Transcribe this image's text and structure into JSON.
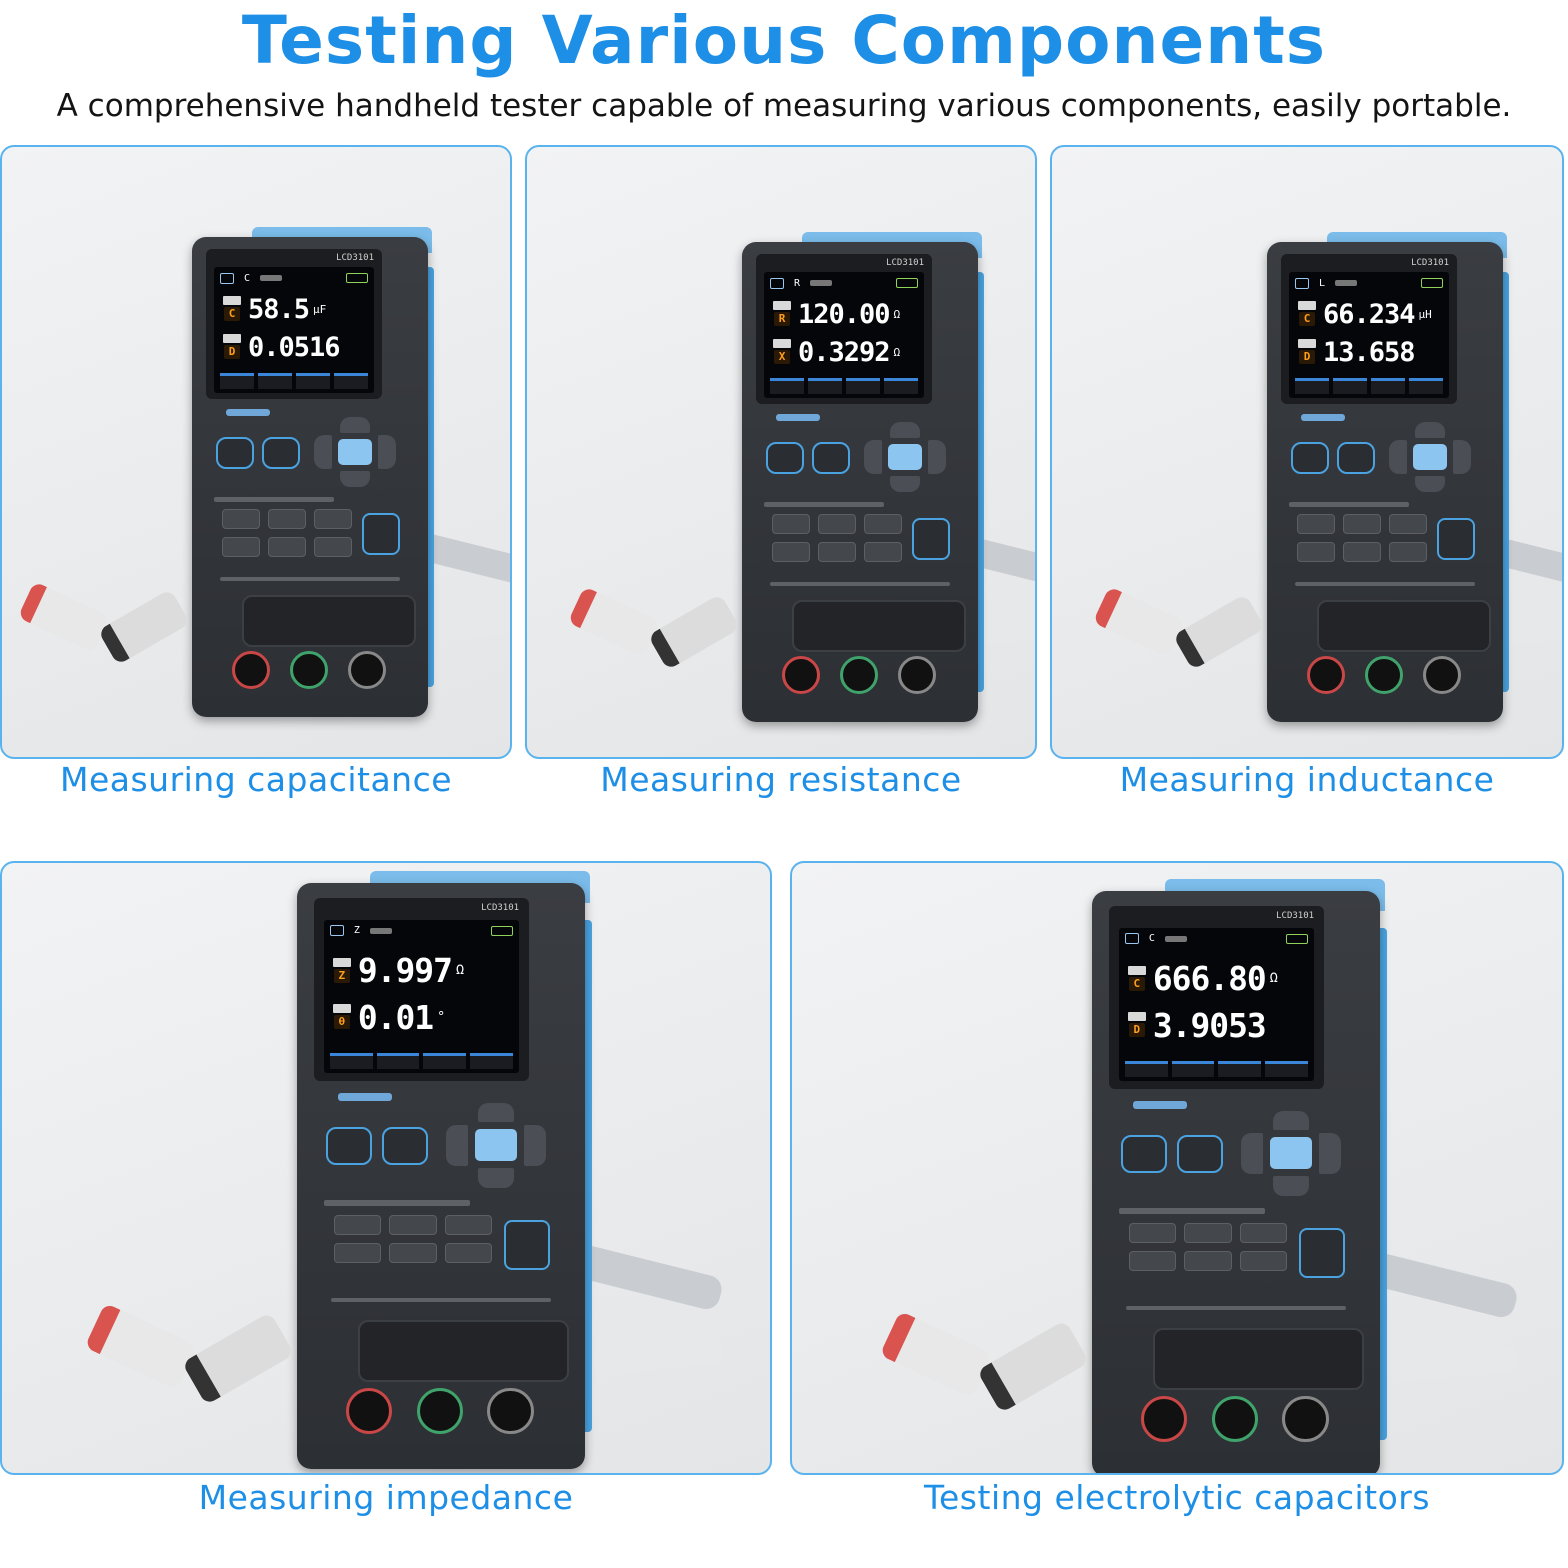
{
  "header": {
    "title": "Testing Various Components",
    "subtitle": "A comprehensive handheld tester capable of measuring various components, easily portable."
  },
  "panels": [
    {
      "caption": "Measuring capacitance",
      "device": {
        "model": "LCD3101",
        "mode": "C",
        "primary_tag": "C",
        "primary_value": "58.5",
        "primary_unit": "μF",
        "secondary_tag": "D",
        "secondary_value": "0.0516",
        "secondary_unit": ""
      }
    },
    {
      "caption": "Measuring resistance",
      "device": {
        "model": "LCD3101",
        "mode": "R",
        "primary_tag": "R",
        "primary_value": "120.00",
        "primary_unit": "Ω",
        "secondary_tag": "X",
        "secondary_value": "0.3292",
        "secondary_unit": "Ω"
      }
    },
    {
      "caption": "Measuring inductance",
      "device": {
        "model": "LCD3101",
        "mode": "L",
        "primary_tag": "C",
        "primary_value": "66.234",
        "primary_unit": "μH",
        "secondary_tag": "D",
        "secondary_value": "13.658",
        "secondary_unit": ""
      }
    },
    {
      "caption": "Measuring impedance",
      "device": {
        "model": "LCD3101",
        "mode": "Z",
        "primary_tag": "Z",
        "primary_value": "9.997",
        "primary_unit": "Ω",
        "secondary_tag": "θ",
        "secondary_value": "0.01",
        "secondary_unit": "°"
      }
    },
    {
      "caption": "Testing electrolytic capacitors",
      "device": {
        "model": "LCD3101",
        "mode": "C",
        "primary_tag": "C",
        "primary_value": "666.80",
        "primary_unit": "Ω",
        "secondary_tag": "D",
        "secondary_value": "3.9053",
        "secondary_unit": ""
      }
    }
  ],
  "colors": {
    "accent": "#1e8fe6",
    "panel_border": "#5ab3ee",
    "device_body": "#2c2f33",
    "reading_tag": "#ff9f1a"
  }
}
